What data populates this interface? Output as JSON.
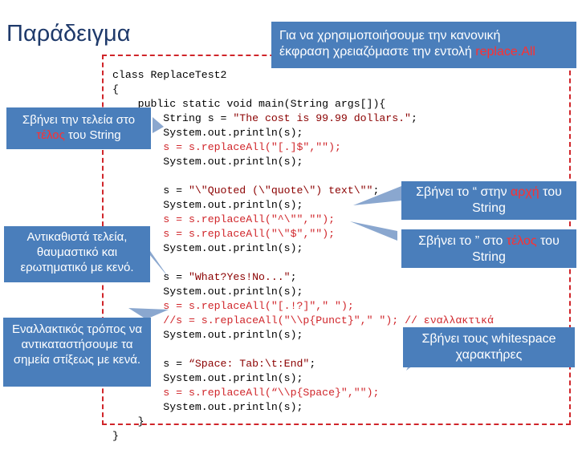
{
  "title": "Παράδειγμα",
  "banner": {
    "line1": "Για να χρησιμοποιήσουμε την κανονική",
    "line2_pre": "έκφραση χρειαζόμαστε την εντολή ",
    "line2_hl": "replace.All"
  },
  "code": {
    "l1": "class ReplaceTest2",
    "l2": "{",
    "l3": "    public static void main(String args[]){",
    "l4a": "        String s = ",
    "l4s": "\"The cost is 99.99 dollars.\"",
    "l4b": ";",
    "l5": "        System.out.println(s);",
    "l6a": "        s = s.replaceAll(",
    "l6s": "\"[.]$\"",
    "l6c": ",",
    "l6t": "\"\"",
    "l6b": ");",
    "l7": "        System.out.println(s);",
    "l8a": "        s = ",
    "l8s": "\"\\\"Quoted (\\\"quote\\\") text\\\"\"",
    "l8b": ";",
    "l9": "        System.out.println(s);",
    "l10a": "        s = s.replaceAll(",
    "l10s": "\"^\\\"\"",
    "l10c": ",",
    "l10t": "\"\"",
    "l10b": ");",
    "l11a": "        s = s.replaceAll(",
    "l11s": "\"\\\"$\"",
    "l11c": ",",
    "l11t": "\"\"",
    "l11b": ");",
    "l12": "        System.out.println(s);",
    "l13a": "        s = ",
    "l13s": "\"What?Yes!No...\"",
    "l13b": ";",
    "l14": "        System.out.println(s);",
    "l15a": "        s = s.replaceAll(",
    "l15s": "\"[.!?]\"",
    "l15c": ",",
    "l15t": "\" \"",
    "l15b": ");",
    "l16a": "        //s = s.replaceAll(",
    "l16s": "\"\\\\p{Punct}\"",
    "l16c": ",",
    "l16t": "\" \"",
    "l16b": "); // εναλλακτικά",
    "l17": "        System.out.println(s);",
    "l18a": "        s = ",
    "l18s": "“Space: Tab:\\t:End\"",
    "l18b": ";",
    "l19": "        System.out.println(s);",
    "l20a": "        s = s.replaceAll(",
    "l20s": "“\\\\p{Space}\"",
    "l20c": ",",
    "l20t": "\"\"",
    "l20b": ");",
    "l21": "        System.out.println(s);",
    "l22": "    }",
    "l23": "}"
  },
  "callouts": {
    "period_end": {
      "pre": "Σβήνει την τελεία στο",
      "hl": "τέλος",
      "post": " του String"
    },
    "punct": {
      "text": "Αντικαθιστά τελεία, θαυμαστικό και ερωτηματικό με κενό."
    },
    "alt": {
      "text": "Εναλλακτικός τρόπος να αντικαταστήσουμε τα σημεία στίξεως με κενά."
    },
    "quote_start": {
      "pre": "Σβήνει το “ στην ",
      "hl": "αρχή",
      "post": " του String"
    },
    "quote_end": {
      "pre": "Σβήνει το ” στο ",
      "hl": "τέλος",
      "post": " του String"
    },
    "whitespace": {
      "text": "Σβήνει τους whitespace χαρακτήρες"
    }
  },
  "colors": {
    "callout_bg": "#4a7ebb",
    "frame": "#d0252a",
    "highlight": "#ff3030",
    "title": "#1f3a6b"
  }
}
